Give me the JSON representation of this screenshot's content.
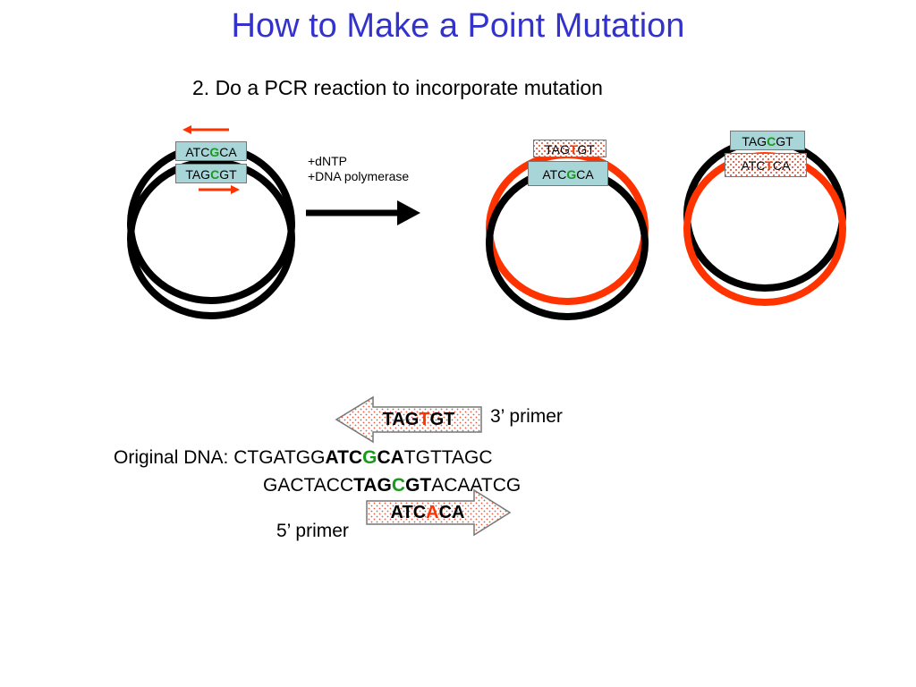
{
  "title": "How to Make a Point Mutation",
  "subtitle": "2. Do a PCR reaction to incorporate mutation",
  "colors": {
    "title": "#3333cc",
    "red": "#ff3300",
    "green": "#1a9a1a",
    "teal": "#a8d5d8"
  },
  "reaction": {
    "line1": "+dNTP",
    "line2": "+DNA polymerase"
  },
  "plasmid1": {
    "top": {
      "pre": "ATC",
      "mid": "G",
      "post": "CA"
    },
    "bottom": {
      "pre": "TAG",
      "mid": "C",
      "post": "GT"
    }
  },
  "plasmid2": {
    "top": {
      "pre": "TAG",
      "mid": "T",
      "post": "GT"
    },
    "bottom": {
      "pre": "ATC",
      "mid": "G",
      "post": "CA"
    }
  },
  "plasmid3": {
    "top": {
      "pre": "TAG",
      "mid": "C",
      "post": "GT"
    },
    "bottom": {
      "pre": "ATC",
      "mid": "T",
      "post": "CA"
    }
  },
  "primer3": {
    "pre": "TAG",
    "mid": "T",
    "post": "GT",
    "label": "3’ primer"
  },
  "primer5": {
    "pre": "ATC",
    "mid": "A",
    "post": "CA",
    "label": "5’ primer"
  },
  "original": {
    "label": "Original DNA: ",
    "line1": {
      "pre": "CTGATGG",
      "b1": "ATC",
      "mid": "G",
      "b2": "CA",
      "post": "TGTTAGC"
    },
    "line2": {
      "pre": "GACTACC",
      "b1": "TAG",
      "mid": "C",
      "b2": "GT",
      "post": "ACAATCG"
    }
  }
}
